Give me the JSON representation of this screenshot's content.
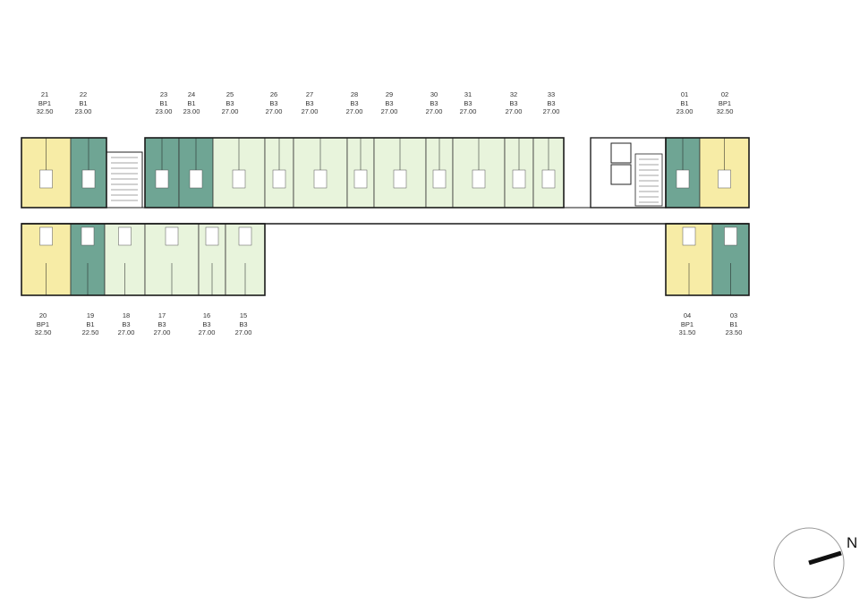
{
  "colors": {
    "BP1": "#f7eca6",
    "B1": "#6fa594",
    "B3": "#e8f4dc",
    "wall": "#1a1a1a",
    "core": "#ffffff"
  },
  "units_top": [
    {
      "no": "21",
      "type": "BP1",
      "area": "32.50"
    },
    {
      "no": "22",
      "type": "B1",
      "area": "23.00"
    },
    {
      "no": "23",
      "type": "B1",
      "area": "23.00"
    },
    {
      "no": "24",
      "type": "B1",
      "area": "23.00"
    },
    {
      "no": "25",
      "type": "B3",
      "area": "27.00"
    },
    {
      "no": "26",
      "type": "B3",
      "area": "27.00"
    },
    {
      "no": "27",
      "type": "B3",
      "area": "27.00"
    },
    {
      "no": "28",
      "type": "B3",
      "area": "27.00"
    },
    {
      "no": "29",
      "type": "B3",
      "area": "27.00"
    },
    {
      "no": "30",
      "type": "B3",
      "area": "27.00"
    },
    {
      "no": "31",
      "type": "B3",
      "area": "27.00"
    },
    {
      "no": "32",
      "type": "B3",
      "area": "27.00"
    },
    {
      "no": "33",
      "type": "B3",
      "area": "27.00"
    },
    {
      "no": "01",
      "type": "B1",
      "area": "23.00"
    },
    {
      "no": "02",
      "type": "BP1",
      "area": "32.50"
    }
  ],
  "units_bottom": [
    {
      "no": "20",
      "type": "BP1",
      "area": "32.50"
    },
    {
      "no": "19",
      "type": "B1",
      "area": "22.50"
    },
    {
      "no": "18",
      "type": "B3",
      "area": "27.00"
    },
    {
      "no": "17",
      "type": "B3",
      "area": "27.00"
    },
    {
      "no": "16",
      "type": "B3",
      "area": "27.00"
    },
    {
      "no": "15",
      "type": "B3",
      "area": "27.00"
    },
    {
      "no": "04",
      "type": "BP1",
      "area": "31.50"
    },
    {
      "no": "03",
      "type": "B1",
      "area": "23.50"
    }
  ],
  "compass": {
    "label": "N"
  }
}
